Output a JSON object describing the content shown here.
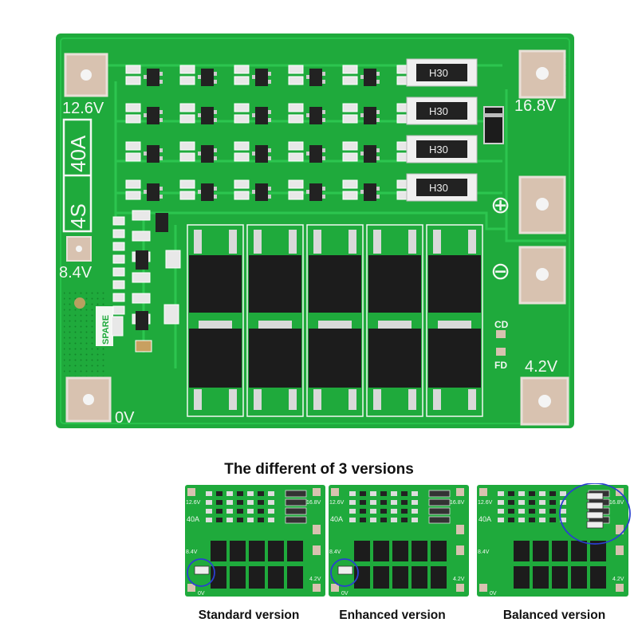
{
  "board": {
    "labels": {
      "v126": "12.6V",
      "v168": "16.8V",
      "v84": "8.4V",
      "v42": "4.2V",
      "v0": "0V",
      "series": "4S",
      "current": "40A",
      "spare": "SPARE",
      "cd": "CD",
      "fd": "FD",
      "resistor": "H30",
      "plus_symbol": "⊕",
      "minus_symbol": "⊖"
    },
    "colors": {
      "pcb": "#1faa3c",
      "pcb_dark": "#138a2c",
      "trace": "#27c24a",
      "silk": "#f2f7f2",
      "pad": "#d8c2b0",
      "mosfet": "#1c1c1c",
      "tab": "#d9d9d9"
    }
  },
  "comparison": {
    "title": "The different of 3 versions",
    "versions": [
      {
        "name": "Standard version",
        "highlight": "protection-resistor"
      },
      {
        "name": "Enhanced version",
        "highlight": "protection-resistor"
      },
      {
        "name": "Balanced version",
        "highlight": "balance-resistors"
      }
    ],
    "highlight_color": "#2a3fd0"
  }
}
